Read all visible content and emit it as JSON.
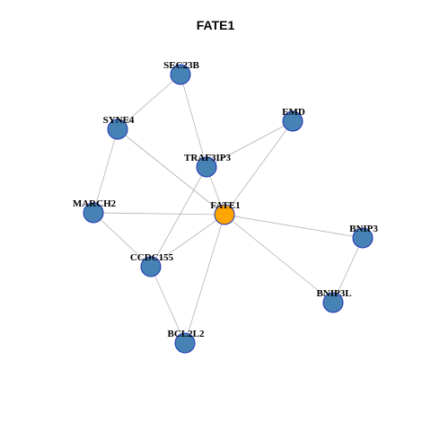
{
  "title": "FATE1",
  "colors": {
    "node_default": "#4682B4",
    "node_focus": "#FFA500",
    "node_border": "#1F34B8",
    "edge": "#B3B3B3"
  },
  "nodes": [
    {
      "id": "SEC23B",
      "label": "SEC23B",
      "focus": false
    },
    {
      "id": "SYNE4",
      "label": "SYNE4",
      "focus": false
    },
    {
      "id": "EMD",
      "label": "EMD",
      "focus": false
    },
    {
      "id": "TRAF3IP3",
      "label": "TRAF3IP3",
      "focus": false
    },
    {
      "id": "MARCH2",
      "label": "MARCH2",
      "focus": false
    },
    {
      "id": "FATE1",
      "label": "FATE1",
      "focus": true
    },
    {
      "id": "BNIP3",
      "label": "BNIP3",
      "focus": false
    },
    {
      "id": "CCDC155",
      "label": "CCDC155",
      "focus": false
    },
    {
      "id": "BNIP3L",
      "label": "BNIP3L",
      "focus": false
    },
    {
      "id": "BCL2L2",
      "label": "BCL2L2",
      "focus": false
    }
  ],
  "edges": [
    [
      "SEC23B",
      "SYNE4"
    ],
    [
      "SEC23B",
      "TRAF3IP3"
    ],
    [
      "SYNE4",
      "FATE1"
    ],
    [
      "SYNE4",
      "MARCH2"
    ],
    [
      "EMD",
      "TRAF3IP3"
    ],
    [
      "EMD",
      "FATE1"
    ],
    [
      "TRAF3IP3",
      "FATE1"
    ],
    [
      "TRAF3IP3",
      "CCDC155"
    ],
    [
      "MARCH2",
      "FATE1"
    ],
    [
      "MARCH2",
      "CCDC155"
    ],
    [
      "FATE1",
      "BNIP3"
    ],
    [
      "FATE1",
      "CCDC155"
    ],
    [
      "FATE1",
      "BNIP3L"
    ],
    [
      "FATE1",
      "BCL2L2"
    ],
    [
      "BNIP3",
      "BNIP3L"
    ],
    [
      "CCDC155",
      "BCL2L2"
    ]
  ]
}
